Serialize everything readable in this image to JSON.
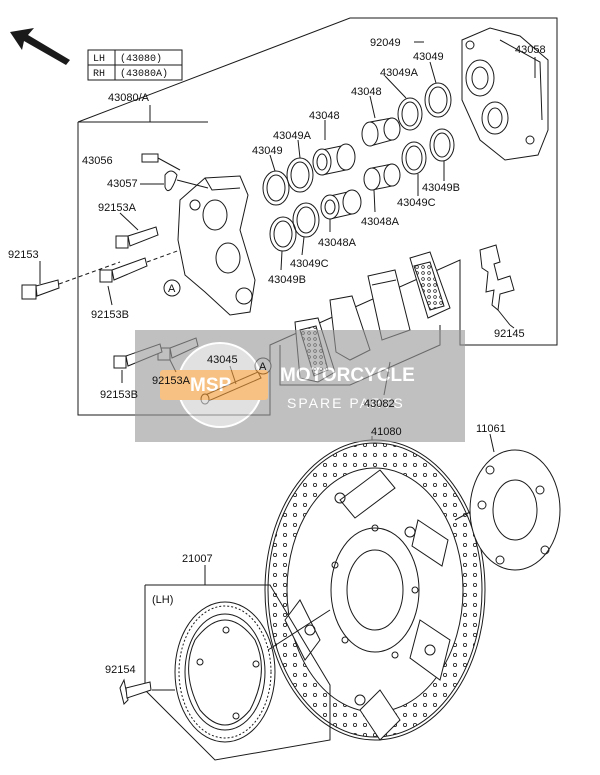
{
  "legend": {
    "rows": [
      {
        "side": "LH",
        "code": "(43080)"
      },
      {
        "side": "RH",
        "code": "(43080A)"
      }
    ]
  },
  "labels": {
    "caliper_assy": "43080/A",
    "bolt_92049": "92049",
    "oring_43049_top": "43049",
    "pin_43058": "43058",
    "oring_43049A_top": "43049A",
    "piston_43048_top": "43048",
    "piston_43048_mid": "43048",
    "oring_43049A_mid": "43049A",
    "oring_43049_mid": "43049",
    "bleed_43056": "43056",
    "cap_43057": "43057",
    "bolt_92153A_top": "92153A",
    "bolt_92153_left": "92153",
    "bolt_92153B_top": "92153B",
    "oring_43049B_right": "43049B",
    "oring_43049C_right": "43049C",
    "piston_43048A_right": "43048A",
    "piston_43048A_mid": "43048A",
    "oring_43049C_mid": "43049C",
    "oring_43049B_mid": "43049B",
    "spring_92145": "92145",
    "pin_43045": "43045",
    "bolt_92153A_bottom": "92153A",
    "bolt_92153B_bottom": "92153B",
    "pads_43082": "43082",
    "disc_41080": "41080",
    "shim_11061": "11061",
    "ring_21007": "21007",
    "ring_side": "(LH)",
    "bolt_92154": "92154",
    "ref_a1": "A",
    "ref_a2": "A"
  },
  "watermark": {
    "logo_text": "MSP",
    "line1": "MOTORCYCLE",
    "line2": "SPARE PARTS"
  },
  "colors": {
    "line": "#1a1a1a",
    "watermark_bg": "#9a9a9a",
    "watermark_logo": "#f29c38"
  }
}
